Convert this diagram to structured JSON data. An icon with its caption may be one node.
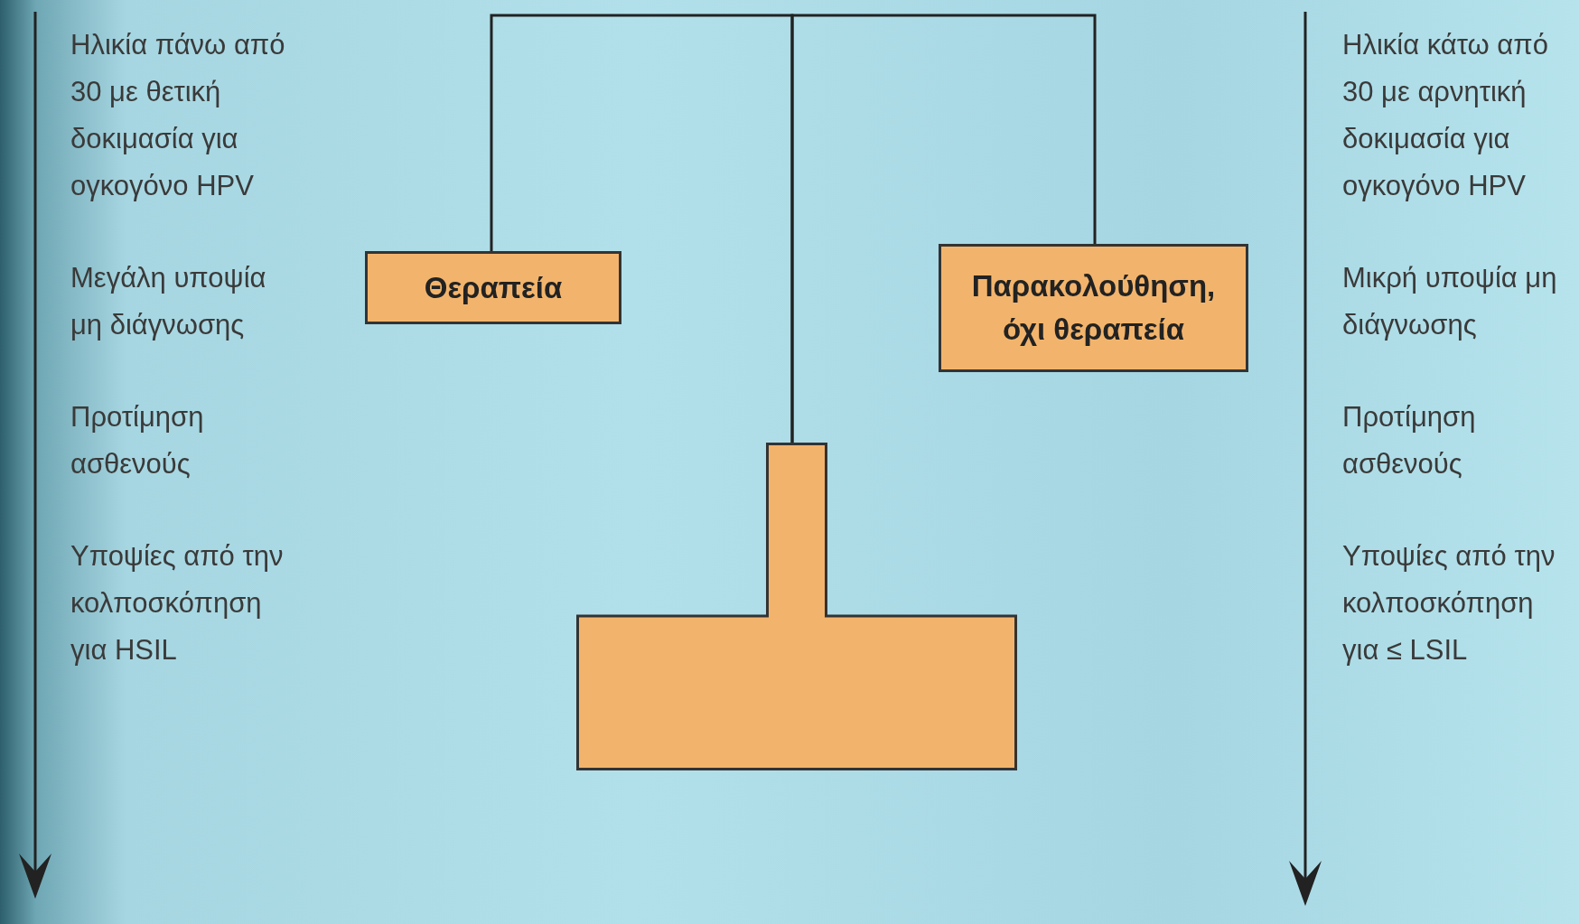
{
  "diagram": {
    "nodes": [
      {
        "text": [
          "Θεραπεία"
        ]
      },
      {
        "text": [
          "Παρακολούθηση, όχι θεραπεία"
        ]
      },
      {
        "text": [],
        "shape": "box"
      }
    ],
    "edges": [
      {
        "from": 2,
        "to": 0,
        "arrow": "none"
      },
      {
        "from": 2,
        "to": 1,
        "arrow": "none"
      }
    ],
    "labels": [
      "Ηλικία πάνω από 30 με θετική δοκιμασία για ογκογόνο HPV",
      "Μεγάλη υποψία μη διάγνωσης",
      "Προτίμηση ασθενούς",
      "Υποψίες από την κολποσκόπηση για HSIL",
      "Ηλικία κάτω από 30 με αρνητική δοκιμασία για ογκογόνο HPV",
      "Μικρή υποψία μη διάγνωσης",
      "Προτίμηση ασθενούς",
      "Υποψίες από την κολποσκόπηση για ≤ LSIL"
    ]
  }
}
